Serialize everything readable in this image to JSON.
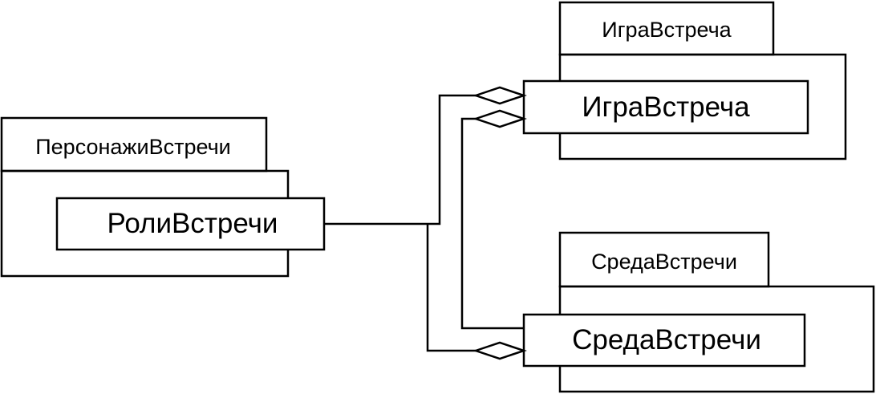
{
  "packages": [
    {
      "id": "characters",
      "tab_label": "ПерсонажиВстречи",
      "class_label": "РолиВстречи"
    },
    {
      "id": "game",
      "tab_label": "ИграВстреча",
      "class_label": "ИграВстреча"
    },
    {
      "id": "environment",
      "tab_label": "СредаВстречи",
      "class_label": "СредаВстречи"
    }
  ]
}
